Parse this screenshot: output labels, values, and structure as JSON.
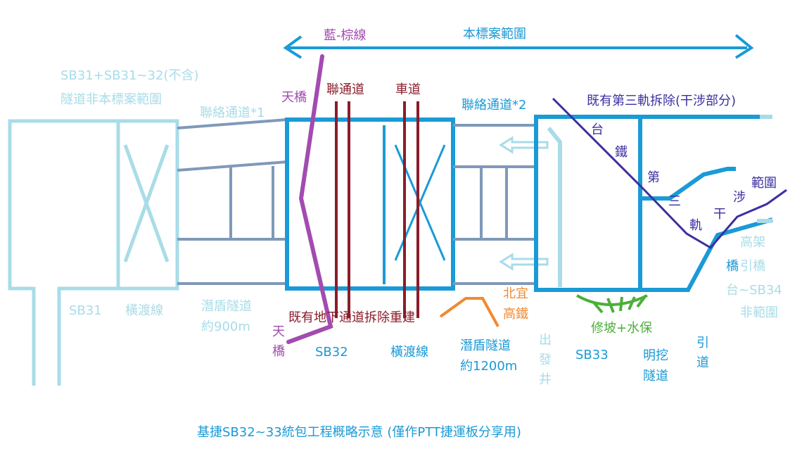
{
  "colors": {
    "light_blue": "#a8dce8",
    "bright_blue": "#1a9ad6",
    "slate_blue": "#7f99b8",
    "navy": "#3b2fa0",
    "maroon": "#8b1c2b",
    "purple": "#a24bb0",
    "orange": "#f08a30",
    "green": "#4caf3a"
  },
  "labels": {
    "blue_brown_line": "藍-棕線",
    "contract_scope": "本標案範圍",
    "sb31_sb32": "SB31+SB31~32(不含)",
    "sb31_tunnel_not_scope": "隧道非本標案範圍",
    "sky_bridge_top": "天橋",
    "connecting_passage": "聯通道",
    "vehicle_way": "車道",
    "liaison_passage_1": "聯絡通道*1",
    "liaison_passage_2": "聯絡通道*2",
    "existing_track_removal": "既有第三軌拆除(干涉部分)",
    "underpass_rebuild": "既有地下通道拆除重建",
    "sb31": "SB31",
    "crossover_1": "橫渡線",
    "shield_tunnel_900": "潛盾隧道\n約900m",
    "sky_bridge_bottom": "天橋",
    "sb32": "SB32",
    "crossover_2": "橫渡線",
    "shield_tunnel_1200": "潛盾隧道\n約1200m",
    "launch_shaft": "出發井",
    "sb33": "SB33",
    "slope_water": "修坡+水保",
    "cut_cover_tunnel": "明挖\n隧道",
    "approach": "引道",
    "beiyi_hsr": "北宜\n高鐵",
    "tai": "台",
    "tie": "鐵",
    "di": "第",
    "san": "三",
    "gui": "軌",
    "gan": "干",
    "she": "涉",
    "fanwei": "範圍",
    "elevated": "高架",
    "qiao": "橋",
    "yinqiao": "引橋",
    "tai_sb34": "台~SB34",
    "not_scope": "非範圍",
    "caption": "基捷SB32~33統包工程概略示意 (僅作PTT捷運板分享用)"
  }
}
